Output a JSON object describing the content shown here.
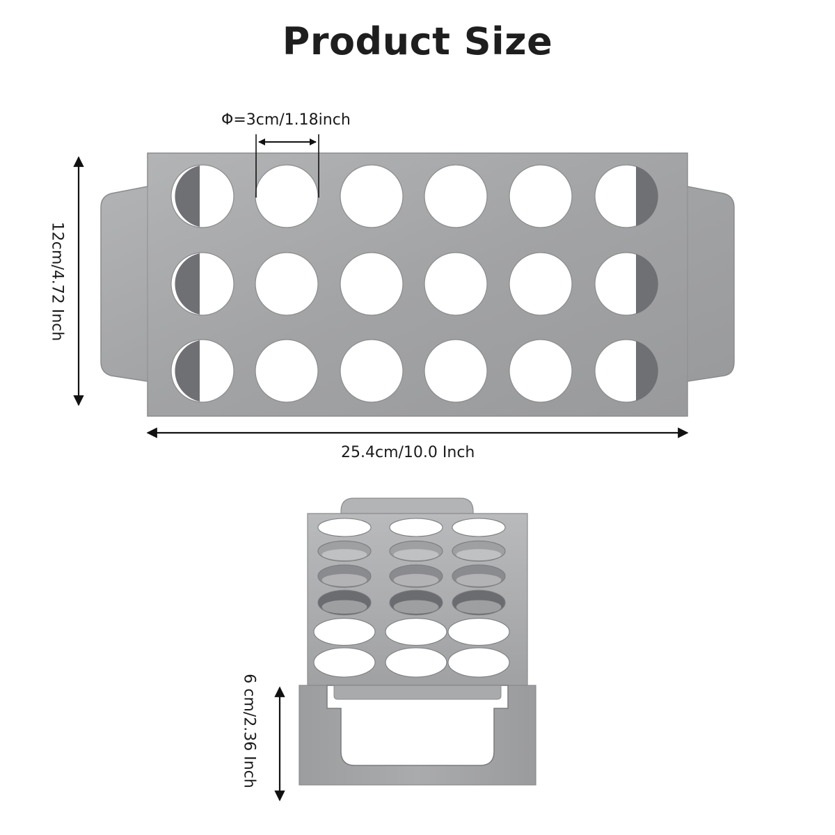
{
  "title": "Product Size",
  "dimensions": {
    "hole_diameter": "Φ=3cm/1.18inch",
    "height": "12cm/4.72 Inch",
    "length": "25.4cm/10.0 Inch",
    "stand_height": "6 cm/2.36 Inch"
  },
  "colors": {
    "metal": "#a3a4a6",
    "metal_dark": "#8e8f92",
    "metal_shadow": "#6e6f72",
    "arrow": "#111111",
    "text": "#1e1e1e"
  }
}
